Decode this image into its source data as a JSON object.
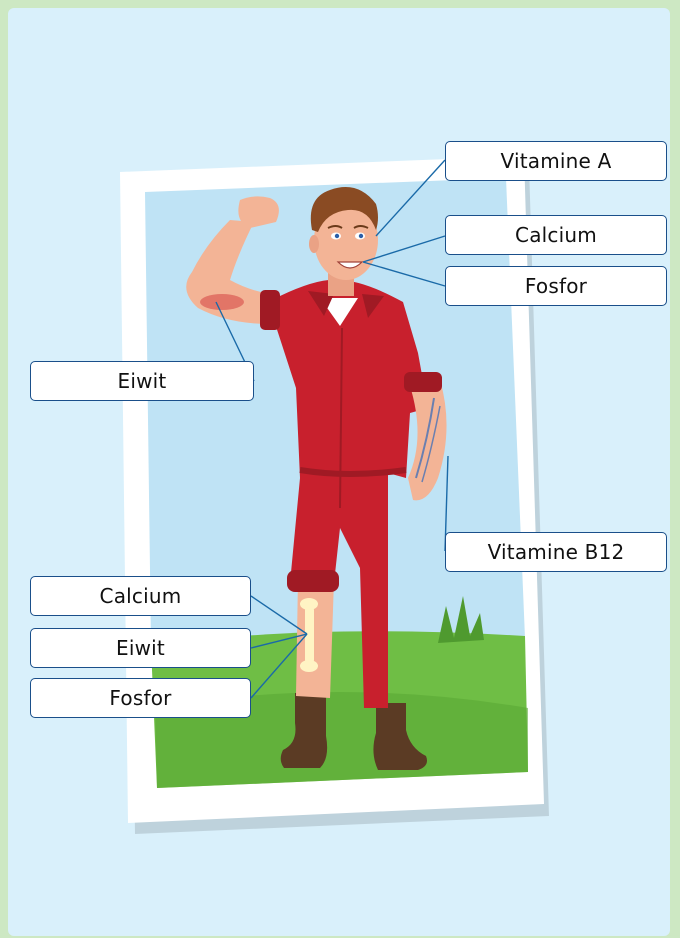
{
  "labels": {
    "vitamine_a": "Vitamine A",
    "calcium_mouth": "Calcium",
    "fosfor_mouth": "Fosfor",
    "eiwit_arm": "Eiwit",
    "vitamine_b12": "Vitamine B12",
    "calcium_leg": "Calcium",
    "eiwit_leg": "Eiwit",
    "fosfor_leg": "Fosfor"
  },
  "colors": {
    "page_border": "#cde8c3",
    "panel_background": "#d9f0fb",
    "label_border": "#1a4f8a",
    "leader_line": "#1a6aa8",
    "overall": "#c8202d",
    "skin": "#f3b496",
    "grass": "#6fbe45",
    "sky": "#bfe3f5"
  }
}
